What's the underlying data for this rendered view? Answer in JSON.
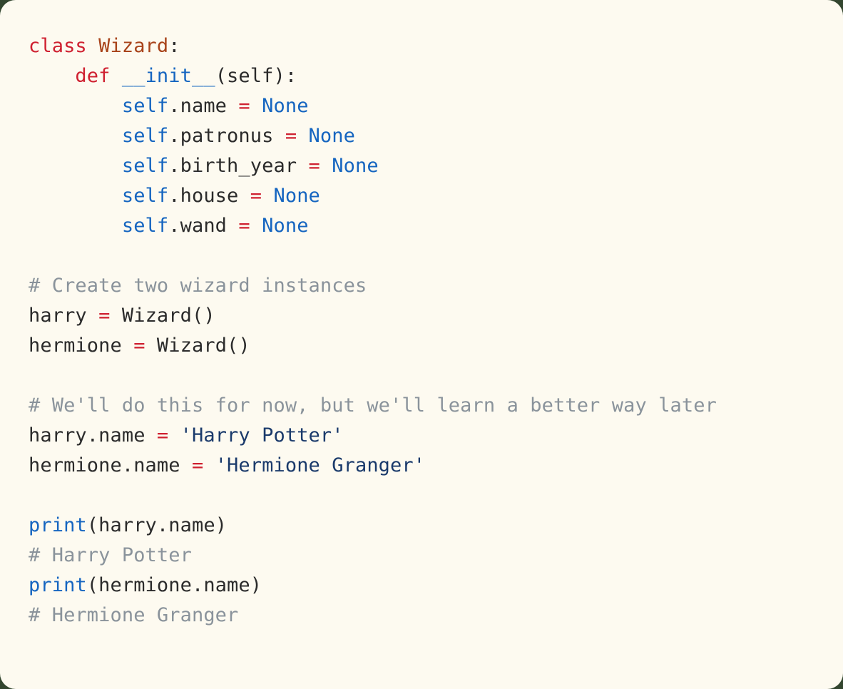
{
  "card": {
    "background": "#fdfaf0",
    "page_background": "#33462f",
    "corner_radius": "22px"
  },
  "palette": {
    "keyword": "#cf2030",
    "operator": "#cf2030",
    "class_name": "#a8431a",
    "builtin": "#1565c0",
    "self": "#1565c0",
    "constant": "#1565c0",
    "function_name": "#1565c0",
    "string": "#1a3a6b",
    "plain": "#2b2b2b",
    "comment": "#8a939b"
  },
  "code": {
    "language": "python",
    "lines": [
      {
        "id": "l1",
        "tokens": [
          {
            "t": "class",
            "c": "keyword"
          },
          {
            "t": " ",
            "c": "plain"
          },
          {
            "t": "Wizard",
            "c": "classdef"
          },
          {
            "t": ":",
            "c": "plain"
          }
        ]
      },
      {
        "id": "l2",
        "tokens": [
          {
            "t": "    ",
            "c": "plain"
          },
          {
            "t": "def",
            "c": "keyword"
          },
          {
            "t": " ",
            "c": "plain"
          },
          {
            "t": "__init__",
            "c": "funcname"
          },
          {
            "t": "(self):",
            "c": "plain"
          }
        ]
      },
      {
        "id": "l3",
        "tokens": [
          {
            "t": "        ",
            "c": "plain"
          },
          {
            "t": "self",
            "c": "self"
          },
          {
            "t": ".name ",
            "c": "plain"
          },
          {
            "t": "=",
            "c": "operator"
          },
          {
            "t": " ",
            "c": "plain"
          },
          {
            "t": "None",
            "c": "const"
          }
        ]
      },
      {
        "id": "l4",
        "tokens": [
          {
            "t": "        ",
            "c": "plain"
          },
          {
            "t": "self",
            "c": "self"
          },
          {
            "t": ".patronus ",
            "c": "plain"
          },
          {
            "t": "=",
            "c": "operator"
          },
          {
            "t": " ",
            "c": "plain"
          },
          {
            "t": "None",
            "c": "const"
          }
        ]
      },
      {
        "id": "l5",
        "tokens": [
          {
            "t": "        ",
            "c": "plain"
          },
          {
            "t": "self",
            "c": "self"
          },
          {
            "t": ".birth_year ",
            "c": "plain"
          },
          {
            "t": "=",
            "c": "operator"
          },
          {
            "t": " ",
            "c": "plain"
          },
          {
            "t": "None",
            "c": "const"
          }
        ]
      },
      {
        "id": "l6",
        "tokens": [
          {
            "t": "        ",
            "c": "plain"
          },
          {
            "t": "self",
            "c": "self"
          },
          {
            "t": ".house ",
            "c": "plain"
          },
          {
            "t": "=",
            "c": "operator"
          },
          {
            "t": " ",
            "c": "plain"
          },
          {
            "t": "None",
            "c": "const"
          }
        ]
      },
      {
        "id": "l7",
        "tokens": [
          {
            "t": "        ",
            "c": "plain"
          },
          {
            "t": "self",
            "c": "self"
          },
          {
            "t": ".wand ",
            "c": "plain"
          },
          {
            "t": "=",
            "c": "operator"
          },
          {
            "t": " ",
            "c": "plain"
          },
          {
            "t": "None",
            "c": "const"
          }
        ]
      },
      {
        "id": "l8",
        "tokens": []
      },
      {
        "id": "l9",
        "tokens": [
          {
            "t": "# Create two wizard instances",
            "c": "comment"
          }
        ]
      },
      {
        "id": "l10",
        "tokens": [
          {
            "t": "harry ",
            "c": "plain"
          },
          {
            "t": "=",
            "c": "operator"
          },
          {
            "t": " Wizard()",
            "c": "plain"
          }
        ]
      },
      {
        "id": "l11",
        "tokens": [
          {
            "t": "hermione ",
            "c": "plain"
          },
          {
            "t": "=",
            "c": "operator"
          },
          {
            "t": " Wizard()",
            "c": "plain"
          }
        ]
      },
      {
        "id": "l12",
        "tokens": []
      },
      {
        "id": "l13",
        "tokens": [
          {
            "t": "# We'll do this for now, but we'll learn a better way later",
            "c": "comment"
          }
        ]
      },
      {
        "id": "l14",
        "tokens": [
          {
            "t": "harry.name ",
            "c": "plain"
          },
          {
            "t": "=",
            "c": "operator"
          },
          {
            "t": " ",
            "c": "plain"
          },
          {
            "t": "'Harry Potter'",
            "c": "string"
          }
        ]
      },
      {
        "id": "l15",
        "tokens": [
          {
            "t": "hermione.name ",
            "c": "plain"
          },
          {
            "t": "=",
            "c": "operator"
          },
          {
            "t": " ",
            "c": "plain"
          },
          {
            "t": "'Hermione Granger'",
            "c": "string"
          }
        ]
      },
      {
        "id": "l16",
        "tokens": []
      },
      {
        "id": "l17",
        "tokens": [
          {
            "t": "print",
            "c": "builtin"
          },
          {
            "t": "(harry.name)",
            "c": "plain"
          }
        ]
      },
      {
        "id": "l18",
        "tokens": [
          {
            "t": "# Harry Potter",
            "c": "comment"
          }
        ]
      },
      {
        "id": "l19",
        "tokens": [
          {
            "t": "print",
            "c": "builtin"
          },
          {
            "t": "(hermione.name)",
            "c": "plain"
          }
        ]
      },
      {
        "id": "l20",
        "tokens": [
          {
            "t": "# Hermione Granger",
            "c": "comment"
          }
        ]
      }
    ]
  }
}
